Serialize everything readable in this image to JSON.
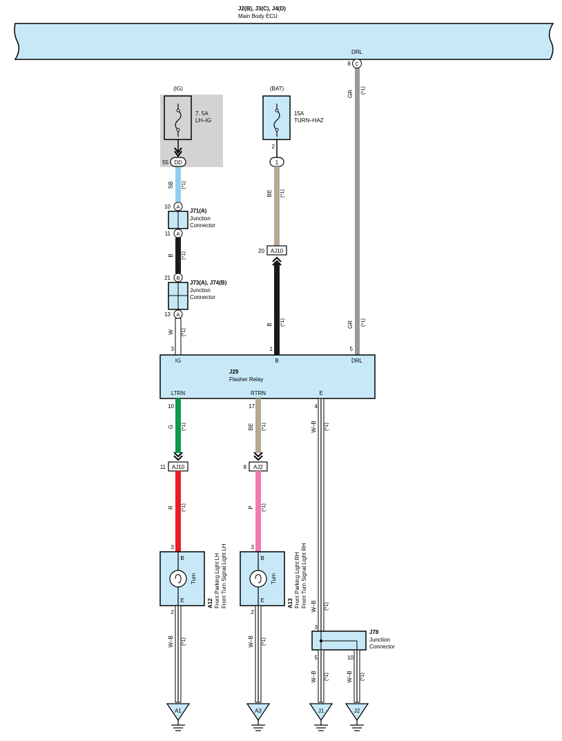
{
  "ecu": {
    "title": "J2(B), J3(C), J4(D)",
    "subtitle": "Main Body ECU",
    "drl_label": "DRL",
    "drl_pin": "8",
    "drl_conn": "C"
  },
  "fuse_ig": {
    "source": "(IG)",
    "rating": "7. 5A",
    "name": "LH–IG",
    "pin": "55",
    "conn": "DD"
  },
  "fuse_bat": {
    "source": "(BAT)",
    "rating": "15A",
    "name": "TURN–HAZ",
    "pin": "2",
    "conn": "1"
  },
  "note": "(*1)",
  "wires": {
    "sb": "SB",
    "b1": "B",
    "w": "W",
    "be": "BE",
    "b2": "B",
    "gr1": "GR",
    "gr2": "GR",
    "g": "G",
    "be2": "BE",
    "wb_e": "W–B",
    "r": "R",
    "p": "P",
    "wb_a12": "W–B",
    "wb_a13": "W–B",
    "wb_j78": "W–B",
    "wb_j1": "W–B",
    "wb_j2": "W–B"
  },
  "j71": {
    "id": "J71(A)",
    "name1": "Junction",
    "name2": "Connector",
    "pin_top": "10",
    "pin_bot": "11",
    "conn": "A"
  },
  "j73": {
    "id": "J73(A), J74(B)",
    "name1": "Junction",
    "name2": "Connector",
    "pin_top": "21",
    "pin_bot": "13",
    "conn_top": "B",
    "conn_bot": "A"
  },
  "aj10_top": {
    "label": "AJ10",
    "pin": "20"
  },
  "relay": {
    "id": "J29",
    "name": "Flasher Relay",
    "terms": {
      "ig": "IG",
      "b": "B",
      "drl": "DRL",
      "ltrn": "LTRN",
      "rtrn": "RTRN",
      "e": "E"
    },
    "pins": {
      "ig": "3",
      "b": "1",
      "drl": "5",
      "ltrn": "10",
      "rtrn": "17",
      "e": "4"
    }
  },
  "aj10_bot": {
    "label": "AJ10",
    "pin": "11"
  },
  "aj2": {
    "label": "AJ2",
    "pin": "8"
  },
  "a12": {
    "id": "A12",
    "name1": "Front Parking Light LH",
    "name2": "Front Turn Signal Light LH",
    "lamp": "Turn",
    "term_b": "B",
    "term_e": "E",
    "pin_top": "3",
    "pin_bot": "2"
  },
  "a13": {
    "id": "A13",
    "name1": "Front Parking Light RH",
    "name2": "Front Turn Signal Light RH",
    "lamp": "Turn",
    "term_b": "B",
    "term_e": "E",
    "pin_top": "3",
    "pin_bot": "2"
  },
  "j78": {
    "id": "J78",
    "name1": "Junction",
    "name2": "Connector",
    "pin_in": "3",
    "pin_out1": "5",
    "pin_out2": "10"
  },
  "grounds": {
    "a1": "A1",
    "a3": "A3",
    "j1": "J1",
    "j2": "J2"
  }
}
